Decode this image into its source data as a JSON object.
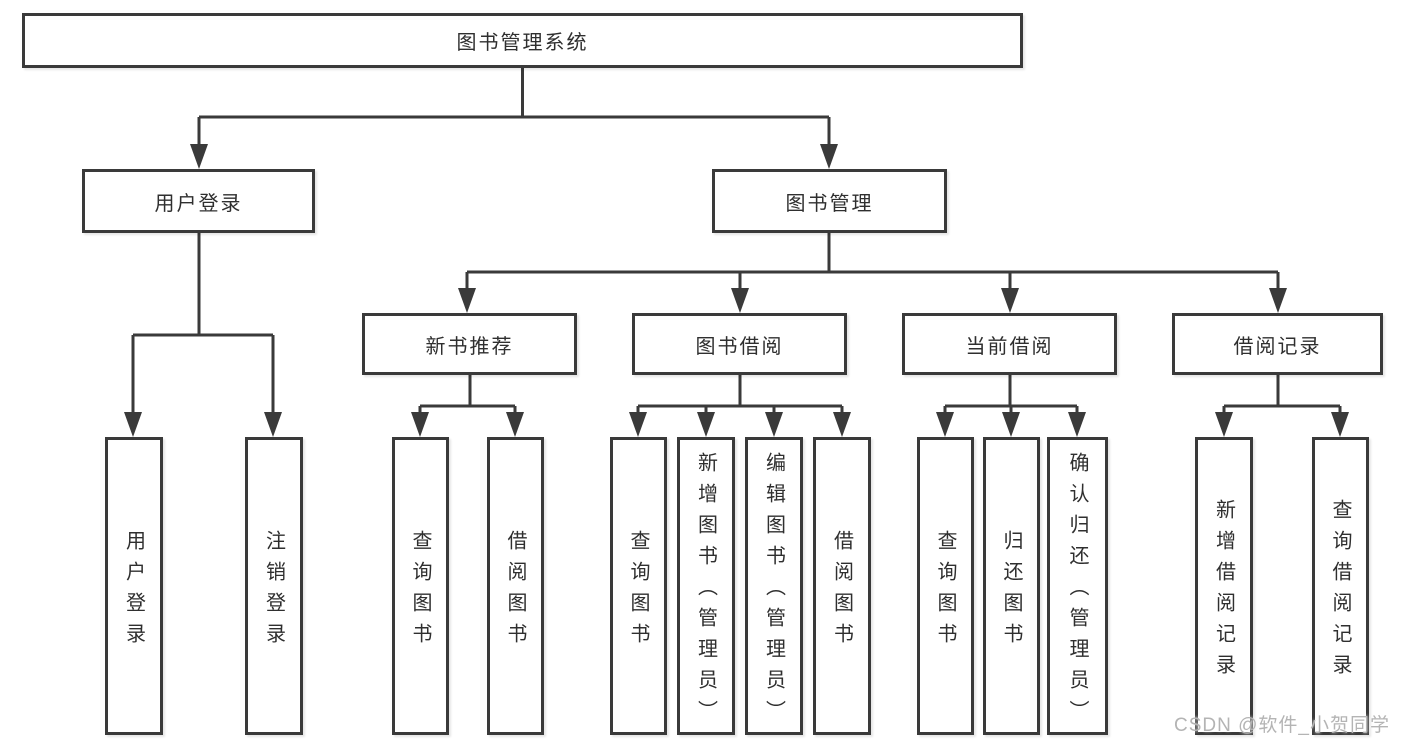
{
  "diagram": {
    "root": {
      "label": "图书管理系统"
    },
    "level2": [
      {
        "label": "用户登录"
      },
      {
        "label": "图书管理"
      }
    ],
    "level3": [
      {
        "label": "新书推荐",
        "parent": "图书管理"
      },
      {
        "label": "图书借阅",
        "parent": "图书管理"
      },
      {
        "label": "当前借阅",
        "parent": "图书管理"
      },
      {
        "label": "借阅记录",
        "parent": "图书管理"
      }
    ],
    "leaves": [
      {
        "label": "用户登录",
        "parent": "用户登录"
      },
      {
        "label": "注销登录",
        "parent": "用户登录"
      },
      {
        "label": "查询图书",
        "parent": "新书推荐"
      },
      {
        "label": "借阅图书",
        "parent": "新书推荐"
      },
      {
        "label": "查询图书",
        "parent": "图书借阅"
      },
      {
        "label": "新增图书（管理员）",
        "parent": "图书借阅"
      },
      {
        "label": "编辑图书（管理员）",
        "parent": "图书借阅"
      },
      {
        "label": "借阅图书",
        "parent": "图书借阅"
      },
      {
        "label": "查询图书",
        "parent": "当前借阅"
      },
      {
        "label": "归还图书",
        "parent": "当前借阅"
      },
      {
        "label": "确认归还（管理员）",
        "parent": "当前借阅"
      },
      {
        "label": "新增借阅记录",
        "parent": "借阅记录"
      },
      {
        "label": "查询借阅记录",
        "parent": "借阅记录"
      }
    ],
    "colors": {
      "line": "#3a3a3a",
      "border": "#3a3a3a",
      "text": "#2f2f2f",
      "background": "#ffffff"
    }
  },
  "watermark": {
    "text": "CSDN @软件_小贺同学",
    "color": "#b4b4b4"
  }
}
